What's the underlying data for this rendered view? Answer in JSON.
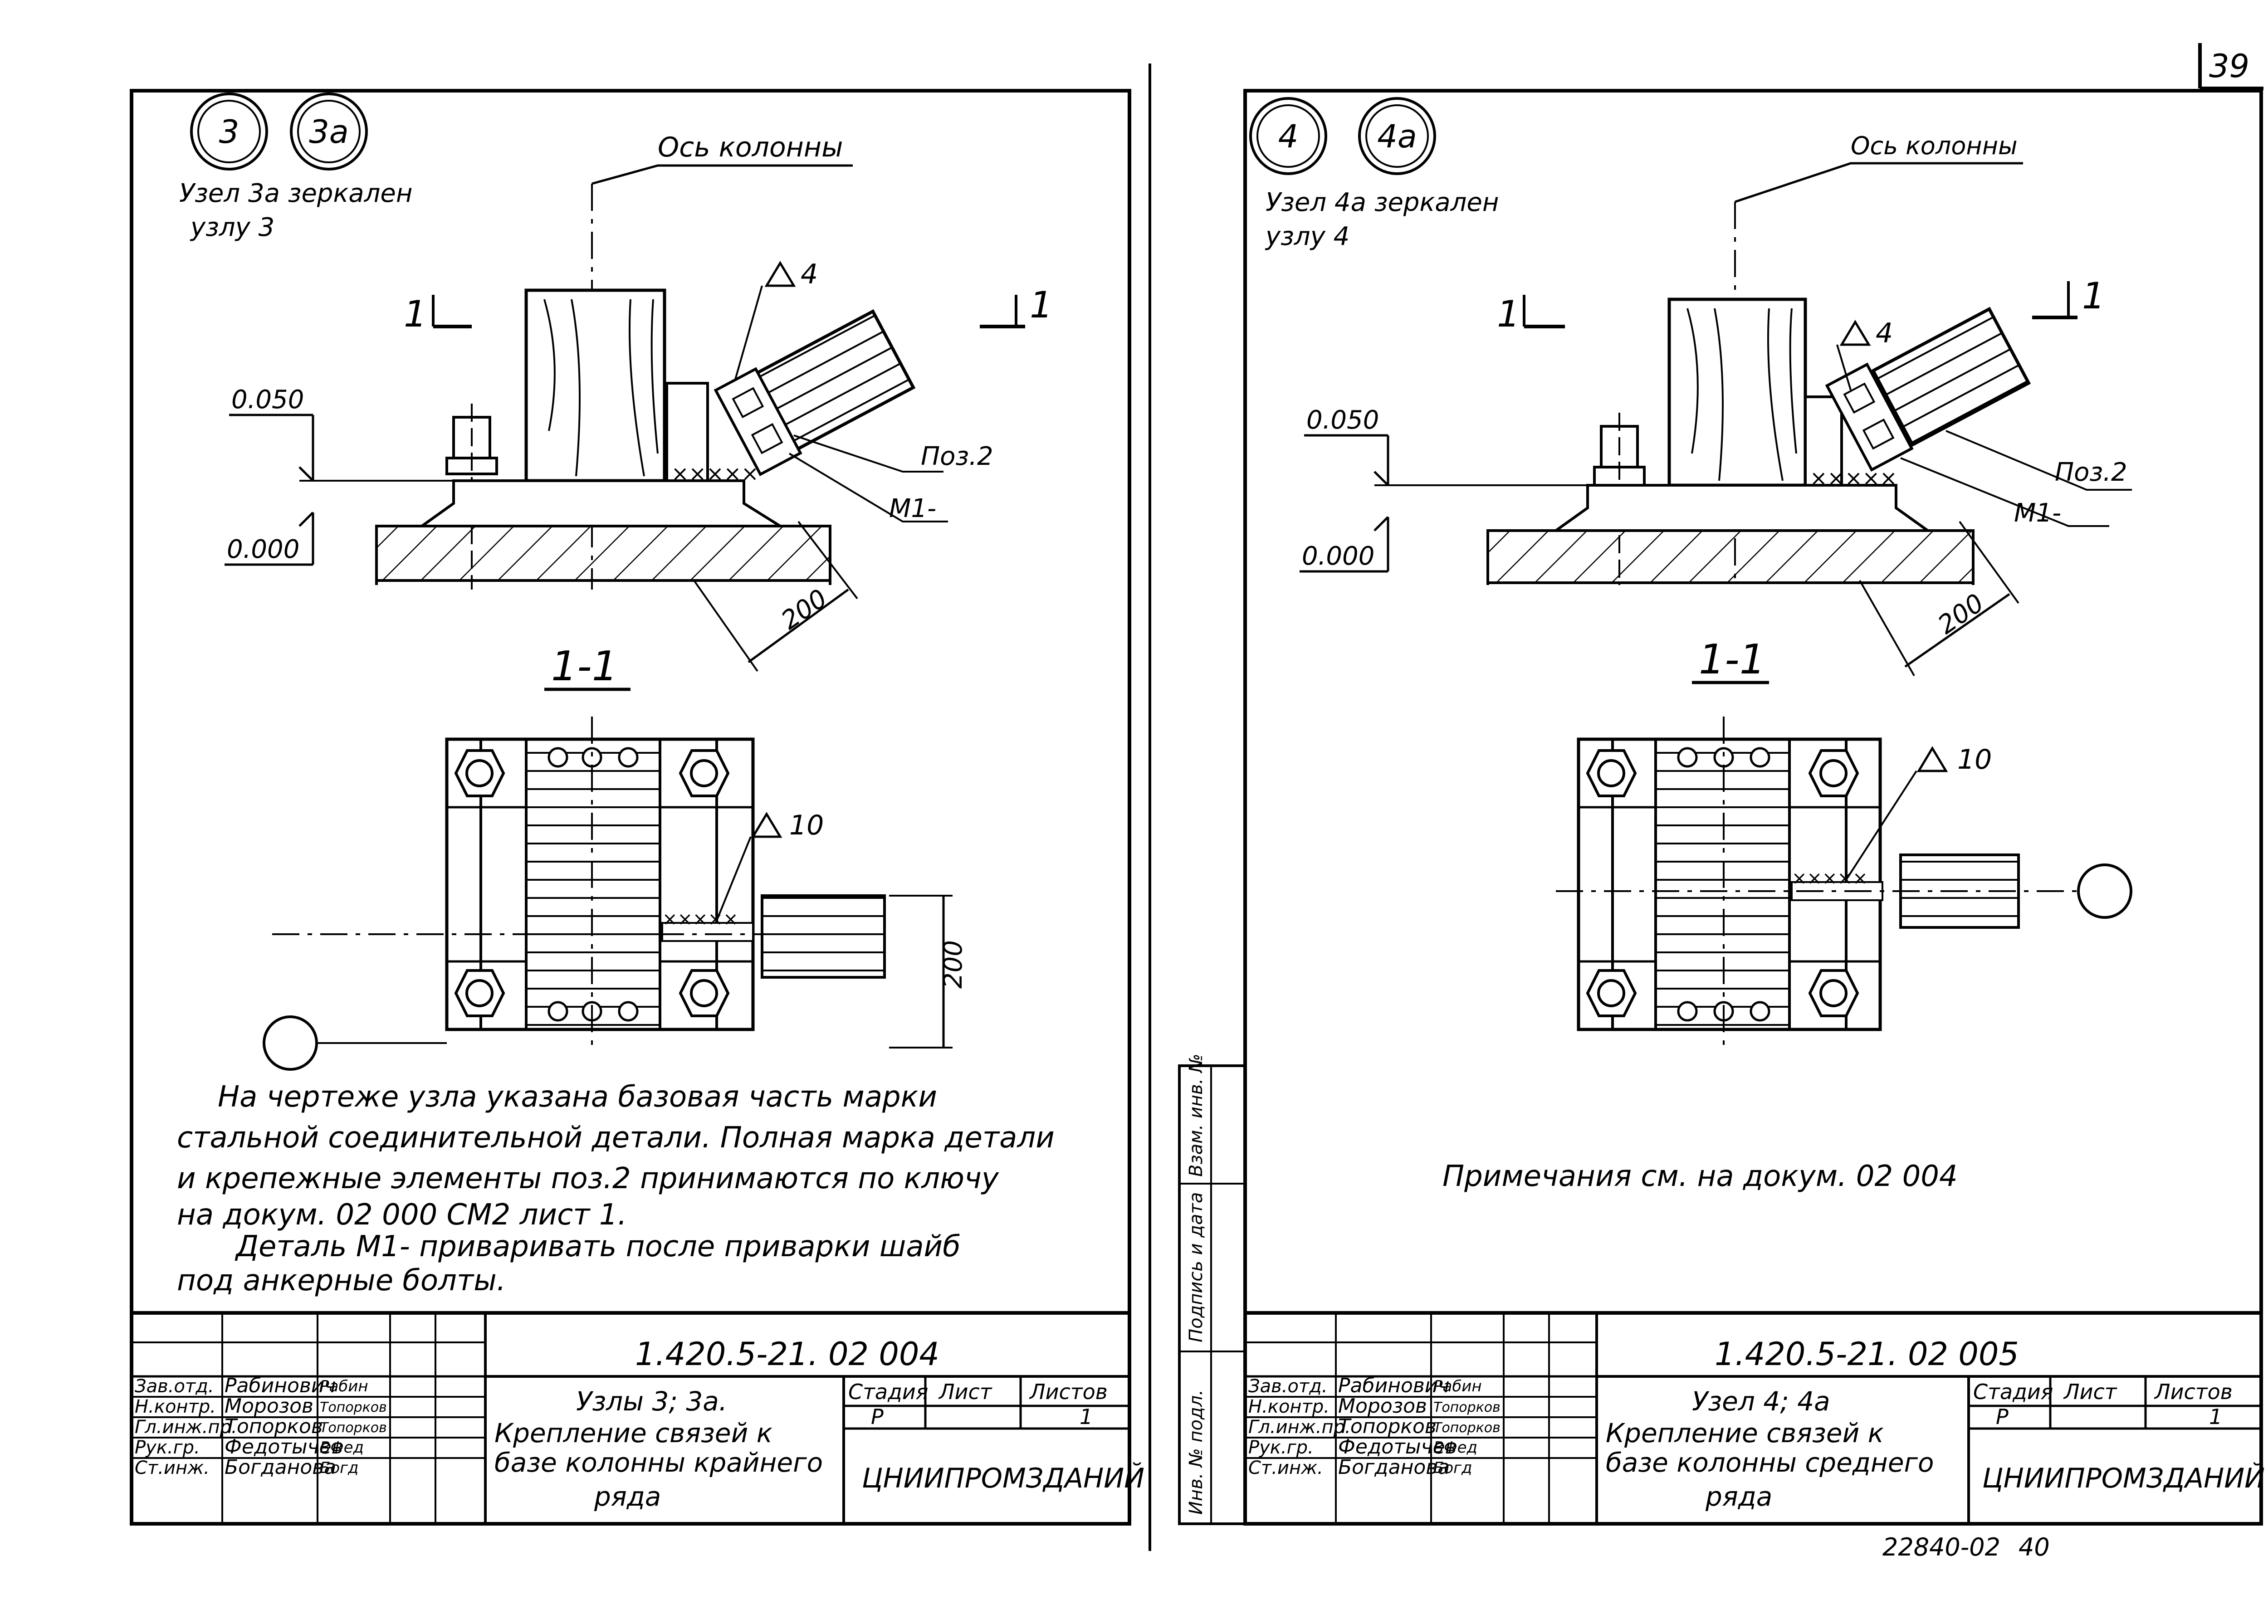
{
  "page_number": "39",
  "footer_code": "22840-02",
  "footer_num": "40",
  "side_stamp": [
    "Инв. № подл.",
    "Подпись и дата",
    "Взам. инв. №"
  ],
  "sheets": [
    {
      "node_a": "3",
      "node_b": "3а",
      "mirror_line1": "Узел 3а зеркален",
      "mirror_line2": "узлу 3",
      "axis_label": "Ось колонны",
      "cut_mark": "1",
      "level_top": "0.050",
      "level_bottom": "0.000",
      "weld_top": "4",
      "pos_label": "Поз.2",
      "detail_label": "М1-",
      "dim": "200",
      "section_title": "1-1",
      "weld_section": "10",
      "section_dim": "200",
      "notes": [
        "На чертеже узла указана базовая часть марки",
        "стальной соединительной детали. Полная марка детали",
        "и крепежные элементы поз.2 принимаются по ключу",
        "на докум. 02 000 СМ2 лист 1.",
        "Деталь М1- приваривать после приварки шайб",
        "под анкерные болты."
      ],
      "doc_code": "1.420.5-21. 02 004",
      "roles": [
        "Зав.отд.",
        "Н.контр.",
        "Гл.инж.пр.",
        "Рук.гр.",
        "Ст.инж."
      ],
      "names": [
        "Рабинович",
        "Морозов",
        "Топорков",
        "Федотычев",
        "Богданова"
      ],
      "signs": [
        "Рабин",
        "Топорков",
        "Топорков",
        "ВФед",
        "Богд"
      ],
      "title_lines": [
        "Узлы 3; 3а.",
        "Крепление связей к",
        "базе колонны крайнего",
        "ряда"
      ],
      "stage_h": "Стадия",
      "sheet_h": "Лист",
      "sheets_h": "Листов",
      "stage_v": "Р",
      "sheets_v": "1",
      "org": "ЦНИИПРОМЗДАНИЙ"
    },
    {
      "node_a": "4",
      "node_b": "4а",
      "mirror_line1": "Узел 4а зеркален",
      "mirror_line2": "узлу 4",
      "axis_label": "Ось колонны",
      "cut_mark": "1",
      "level_top": "0.050",
      "level_bottom": "0.000",
      "weld_top": "4",
      "pos_label": "Поз.2",
      "detail_label": "М1-",
      "dim": "200",
      "section_title": "1-1",
      "weld_section": "10",
      "notes": [
        "Примечания см. на докум. 02 004"
      ],
      "doc_code": "1.420.5-21. 02 005",
      "roles": [
        "Зав.отд.",
        "Н.контр.",
        "Гл.инж.пр.",
        "Рук.гр.",
        "Ст.инж."
      ],
      "names": [
        "Рабинович",
        "Морозов",
        "Топорков",
        "Федотычев",
        "Богданова"
      ],
      "signs": [
        "Рабин",
        "Топорков",
        "Топорков",
        "ВФед",
        "Богд"
      ],
      "title_lines": [
        "Узел 4; 4а",
        "Крепление связей к",
        "базе колонны среднего",
        "ряда"
      ],
      "stage_h": "Стадия",
      "sheet_h": "Лист",
      "sheets_h": "Листов",
      "stage_v": "Р",
      "sheets_v": "1",
      "org": "ЦНИИПРОМЗДАНИЙ"
    }
  ]
}
